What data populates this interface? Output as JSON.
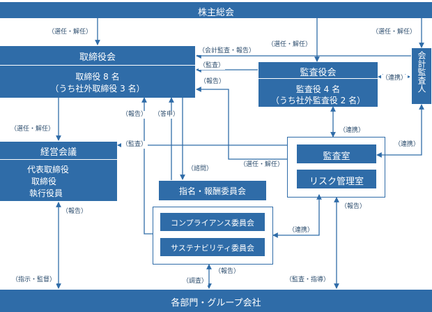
{
  "nodes": {
    "shareholders": "株主総会",
    "board": {
      "title": "取締役会",
      "line1": "取締役 8 名",
      "line2": "（うち社外取締役 3 名）"
    },
    "audit_board": {
      "title": "監査役会",
      "line1": "監査役 4 名",
      "line2": "（うち社外監査役 2 名）"
    },
    "accounting_auditor": "会計監査人",
    "management": {
      "title": "経営会議",
      "line1": "代表取締役",
      "line2": "取締役",
      "line3": "執行役員"
    },
    "audit_office": "監査室",
    "risk_office": "リスク管理室",
    "nomination": "指名・報酬委員会",
    "compliance": "コンプライアンス委員会",
    "sustainability": "サステナビリティ委員会",
    "departments": "各部門・グループ会社"
  },
  "edge_labels": {
    "elect_board": "（選任・解任）",
    "elect_audit": "（選任・解任）",
    "elect_acct": "（選任・解任）",
    "acct_audit_report": "（会計監査・報告）",
    "audit": "（監査）",
    "report_audit_board": "（報告）",
    "coop_acct": "（連携）",
    "elect_mgmt": "（選任・解任）",
    "report_to_board": "（報告）",
    "consult_reply": "（答申）",
    "audit_mgmt": "（監査）",
    "coop_office": "（連携）",
    "coop_acct_office": "（連携）",
    "elect_office": "（選任・解任）",
    "consult": "（諮問）",
    "report_mgmt": "（報告）",
    "coop_committee": "（連携）",
    "report_office": "（報告）",
    "instruct": "（指示・監督）",
    "investigate": "（調査）",
    "report_dept": "（報告）",
    "audit_guidance": "（監査・指導）"
  }
}
